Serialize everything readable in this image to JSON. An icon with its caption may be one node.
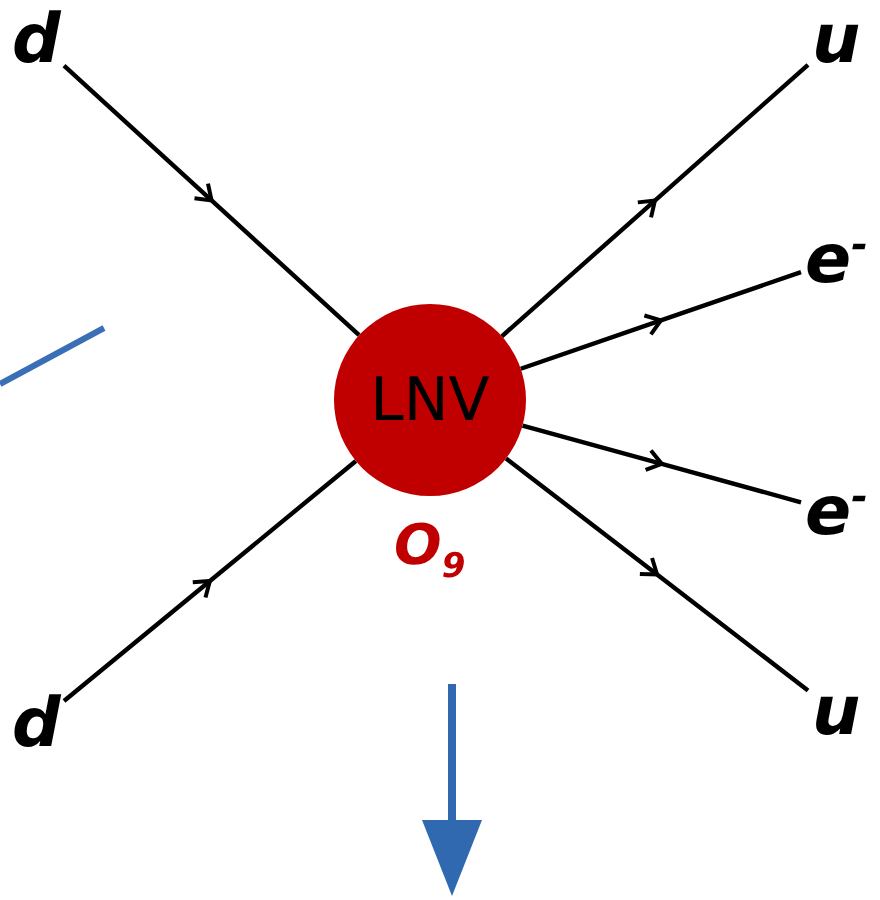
{
  "diagram": {
    "nodes": [
      {
        "text": [
          "LNV"
        ],
        "beside": [
          "O$_{9}$"
        ]
      },
      {
        "text": [
          "d"
        ]
      },
      {
        "text": [
          "d"
        ]
      },
      {
        "text": [
          "u"
        ]
      },
      {
        "text": [
          "e$^{-}$"
        ]
      },
      {
        "text": [
          "e$^{-}$"
        ]
      },
      {
        "text": [
          "u"
        ]
      }
    ],
    "edges": [
      {
        "from": 1,
        "to": 0,
        "arrow": "to"
      },
      {
        "from": 2,
        "to": 0,
        "arrow": "to"
      },
      {
        "from": 0,
        "to": 3,
        "arrow": "to"
      },
      {
        "from": 0,
        "to": 4,
        "arrow": "to"
      },
      {
        "from": 0,
        "to": 5,
        "arrow": "to"
      },
      {
        "from": 0,
        "to": 6,
        "arrow": "to"
      }
    ]
  }
}
